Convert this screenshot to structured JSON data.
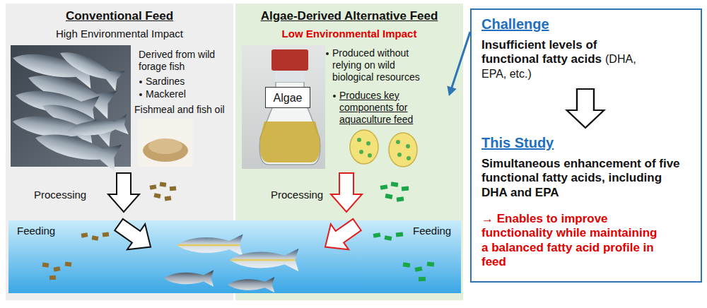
{
  "diagram": {
    "nodes": [
      {
        "text": [
          "Conventional Feed",
          "High Environmental Impact",
          "Derived from wild forage fish",
          "Sardines",
          "Mackerel",
          "Fishmeal and fish oil",
          "Processing"
        ]
      },
      {
        "text": [
          "Algae-Derived Alternative Feed",
          "Low Environmental Impact",
          "Produced without relying on wild biological resources",
          "Processing"
        ]
      },
      {
        "text": [
          "Algae"
        ],
        "in": 1
      },
      {
        "text": [
          "Produces key components for aquaculture feed"
        ],
        "in": 1
      },
      {
        "text": [
          "Feeding",
          "Feeding"
        ]
      },
      {
        "text": [
          "Challenge",
          "Insufficient levels of functional fatty acids",
          "(DHA, EPA, etc.)",
          "This Study",
          "Simultaneous enhancement of five functional fatty acids, including DHA and EPA",
          "→ Enables to improve functionality while maintaining a balanced fatty acid profile in feed"
        ]
      }
    ],
    "edges": [
      {
        "from": 5,
        "to": 3,
        "arrow": "to"
      }
    ]
  }
}
